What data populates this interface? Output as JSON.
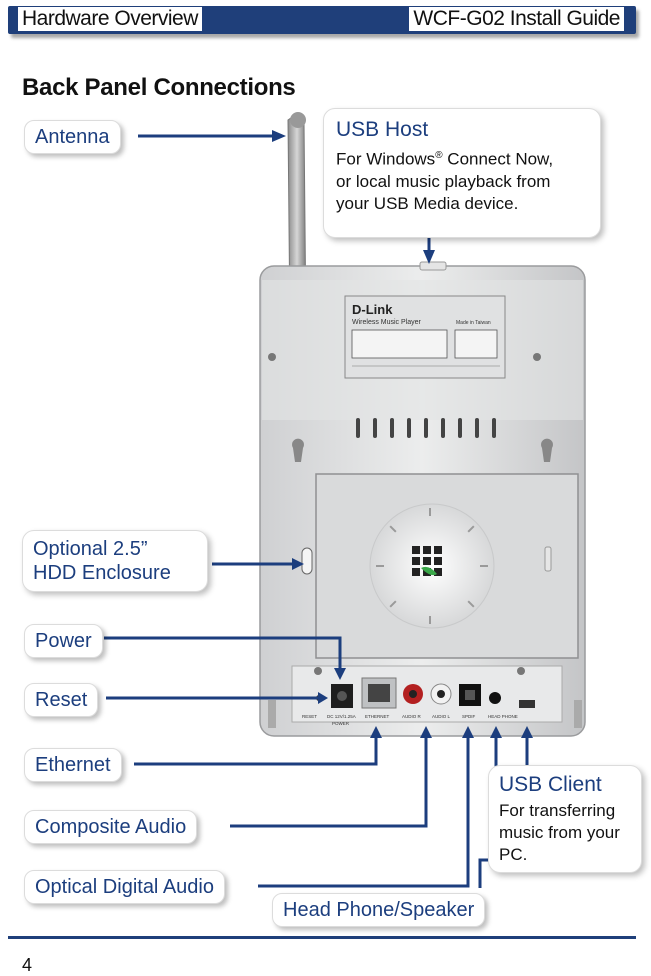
{
  "header": {
    "left": "Hardware Overview",
    "right": "WCF-G02 Install Guide"
  },
  "section_title": "Back Panel Connections",
  "labels": {
    "antenna": "Antenna",
    "usb_host_title": "USB Host",
    "usb_host_desc_1": "For Windows",
    "usb_host_desc_reg": "®",
    "usb_host_desc_2": " Connect Now,",
    "usb_host_desc_3": "or local music playback from",
    "usb_host_desc_4": "your USB Media device.",
    "hdd_1": "Optional 2.5”",
    "hdd_2": "HDD Enclosure",
    "power": "Power",
    "reset": "Reset",
    "ethernet": "Ethernet",
    "composite": "Composite Audio",
    "optical": "Optical Digital Audio",
    "headphone": "Head Phone/Speaker",
    "usb_client_title": "USB Client",
    "usb_client_desc_1": "For transferring",
    "usb_client_desc_2": "music from your",
    "usb_client_desc_3": "PC."
  },
  "device": {
    "brand": "D-Link",
    "model": "Wireless Music Player",
    "origin": "Made in Taiwan",
    "port_labels": [
      "RESET",
      "DC 12V/1.25A",
      "ETHERNET",
      "AUDIO R",
      "AUDIO L",
      "SPDIF",
      "HEAD PHONE",
      "POWER"
    ]
  },
  "page_number": "4"
}
